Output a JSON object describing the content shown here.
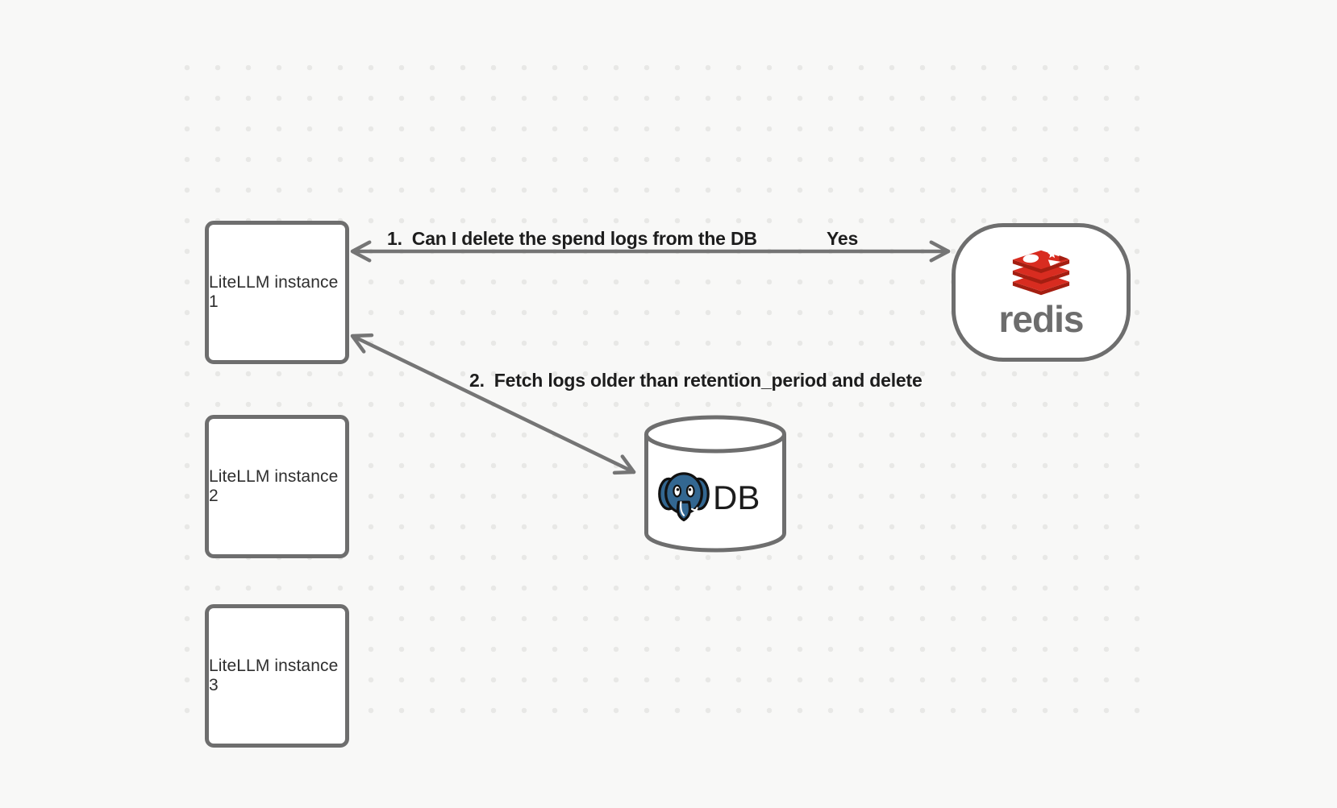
{
  "nodes": {
    "litellm_instances": [
      {
        "label": "LiteLLM instance 1"
      },
      {
        "label": "LiteLLM instance 2"
      },
      {
        "label": "LiteLLM instance 3"
      }
    ],
    "redis": {
      "label": "redis",
      "logo": "redis-logo"
    },
    "database": {
      "label": "DB",
      "logo": "postgresql-logo"
    }
  },
  "arrows": [
    {
      "id": "redis-litellm-1",
      "direction": "bidirectional",
      "label_number": "1.",
      "label_text": "Can I delete the spend logs from the DB",
      "response_label": "Yes"
    },
    {
      "id": "litellm-1-db",
      "direction": "bidirectional",
      "label_number": "2.",
      "label_text": "Fetch logs older than retention_period and delete"
    }
  ],
  "colors": {
    "background": "#f8f8f7",
    "dot": "#e8e8e6",
    "node_border": "#6e6e6e",
    "arrow": "#757575",
    "label_text": "#1d1d1d",
    "box_text": "#2f2f2f",
    "redis_red": "#d82c20",
    "redis_dark_red": "#a41e11",
    "redis_wordmark": "#6d6d6d",
    "postgres_blue": "#336791",
    "db_text": "#1c1c1c"
  }
}
